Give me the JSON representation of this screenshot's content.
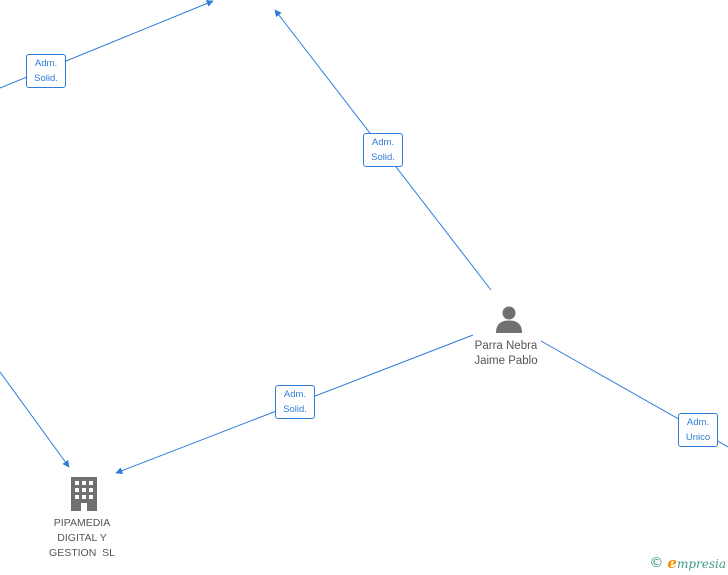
{
  "nodes": {
    "person": {
      "name_line1": "Parra Nebra",
      "name_line2": "Jaime Pablo",
      "icon": "person-icon"
    },
    "company": {
      "name_line1": "PIPAMEDIA",
      "name_line2": "DIGITAL Y",
      "name_line3": "GESTION  SL",
      "icon": "building-icon"
    }
  },
  "edges": [
    {
      "id": "top-left",
      "line1": "Adm.",
      "line2": "Solid."
    },
    {
      "id": "top-center",
      "line1": "Adm.",
      "line2": "Solid."
    },
    {
      "id": "middle-left",
      "line1": "Adm.",
      "line2": "Solid."
    },
    {
      "id": "right",
      "line1": "Adm.",
      "line2": "Unico"
    }
  ],
  "footer": {
    "copyright_symbol": "©",
    "brand_first": "e",
    "brand_rest": "mpresia"
  },
  "colors": {
    "edge": "#2f7cd8",
    "node_icon": "#707070",
    "label": "#555555"
  }
}
